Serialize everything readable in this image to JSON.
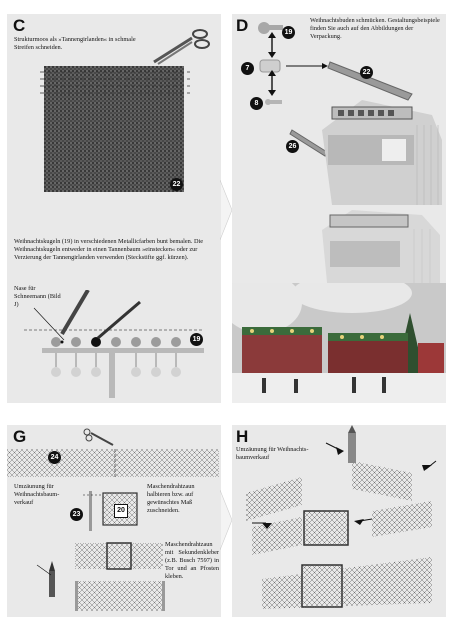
{
  "panels": {
    "C": {
      "letter": "C",
      "text_cut": "Strukturmoos als »Tannengirlanden« in schmale Streifen schneiden.",
      "text_paint": "Weihnachtskugeln (19) in verschiedenen Metallicfarben bunt bemalen. Die Weihnachtskugeln entweder in einen Tannenbaum »einstecken« oder zur Verzierung der Tannengirlanden verwenden (Stecksti­fte ggf. kürzen).",
      "text_nose": "Nase für Schneemann (Bild J)",
      "badge_moss": "22",
      "badge_balls": "19"
    },
    "D": {
      "letter": "D",
      "text": "Weihnachtsbuden schmücken. Gestaltungsbei­spiele finden Sie auch auf den Abbildungen der Verpackung.",
      "badge_top": "19",
      "badge_7": "7",
      "badge_8": "8",
      "badge_22": "22",
      "badge_26": "26"
    },
    "G": {
      "letter": "G",
      "badge_24": "24",
      "badge_23": "23",
      "badge_20": "20",
      "text_fence": "Umzäunung für Weihnachtsbaum­verkauf",
      "text_halve": "Maschendrahtzaun halbieren bzw. auf gewünschtes Maß zuschneiden.",
      "text_glue": "Maschendrahtzaun mit Sekundenkle­ber (z.B. Busch 7597) in Tor und an Pfosten kleben."
    },
    "H": {
      "letter": "H",
      "text": "Umzäunung für Weihnachts­baumverkauf"
    }
  },
  "colors": {
    "panel_bg": "#e9e9e9",
    "badge": "#111111",
    "arrow_bg": "#f4f4f4"
  }
}
